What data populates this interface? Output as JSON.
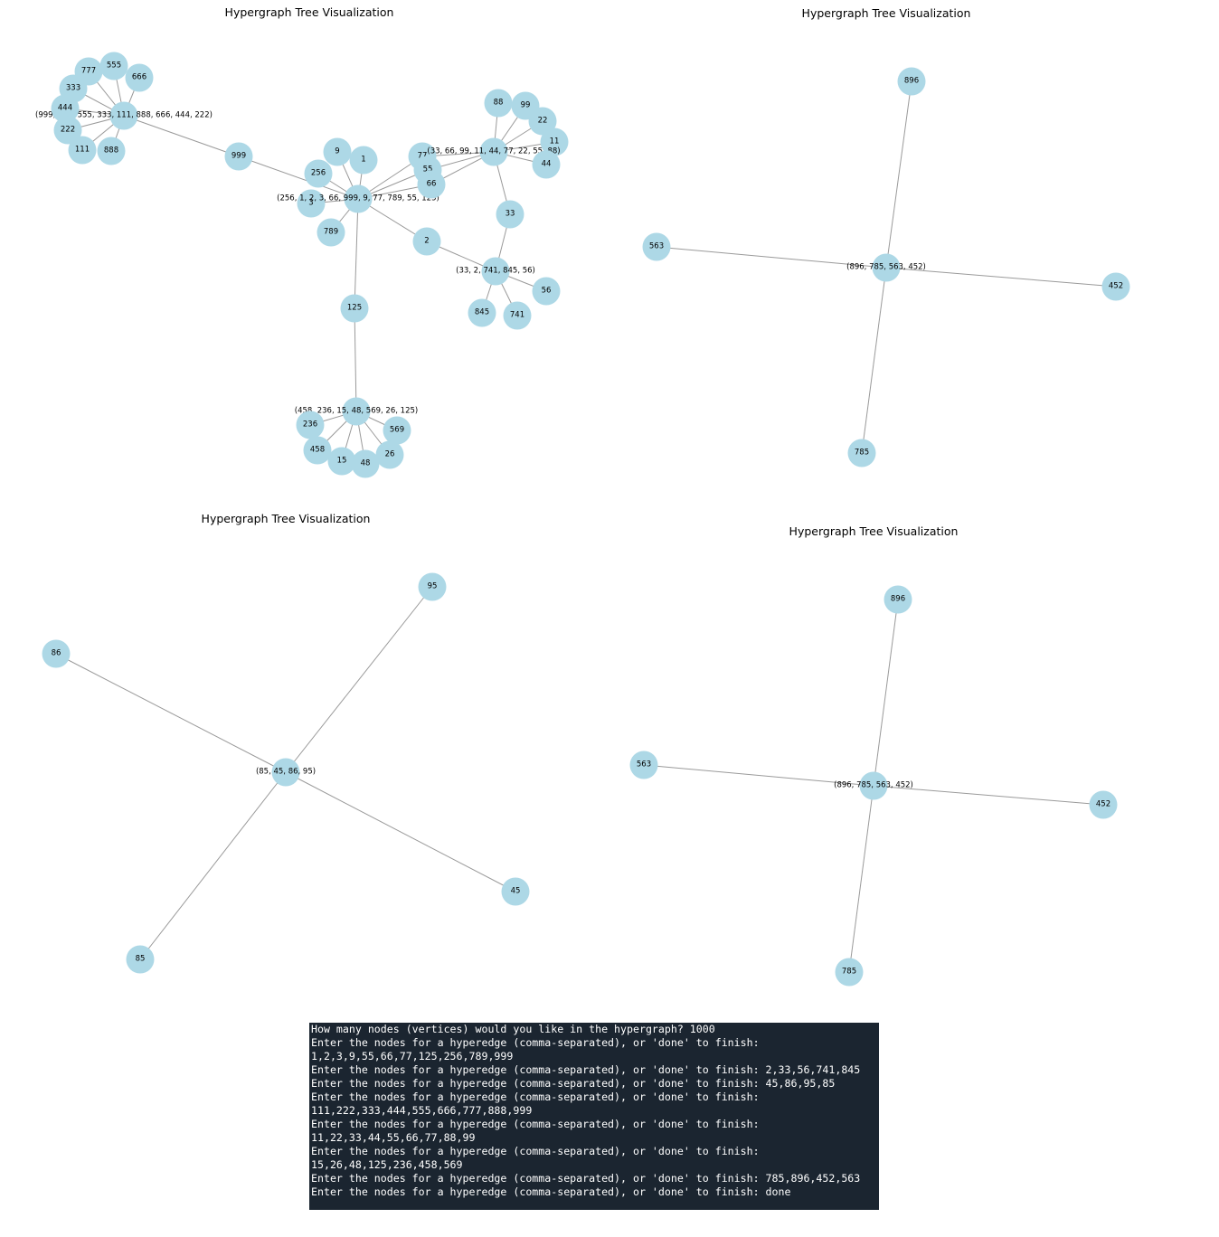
{
  "panels": [
    {
      "title": "Hypergraph Tree Visualization",
      "nodes": [
        "(999, 777, 555, 333, 111, 888, 666, 444, 222)",
        "777",
        "555",
        "666",
        "333",
        "444",
        "222",
        "111",
        "888",
        "999",
        "9",
        "1",
        "256",
        "3",
        "(256, 1, 2, 3, 66, 999, 9, 77, 789, 55, 125)",
        "789",
        "77",
        "55",
        "66",
        "88",
        "99",
        "22",
        "11",
        "(33, 66, 99, 11, 44, 77, 22, 55, 88)",
        "44",
        "33",
        "2",
        "(33, 2, 741, 845, 56)",
        "56",
        "845",
        "741",
        "125",
        "(458, 236, 15, 48, 569, 26, 125)",
        "236",
        "569",
        "458",
        "26",
        "15",
        "48"
      ],
      "edges": [
        [
          0,
          1
        ],
        [
          0,
          2
        ],
        [
          0,
          3
        ],
        [
          0,
          4
        ],
        [
          0,
          5
        ],
        [
          0,
          6
        ],
        [
          0,
          7
        ],
        [
          0,
          8
        ],
        [
          0,
          9
        ],
        [
          9,
          14
        ],
        [
          10,
          14
        ],
        [
          11,
          14
        ],
        [
          12,
          14
        ],
        [
          13,
          14
        ],
        [
          14,
          15
        ],
        [
          14,
          16
        ],
        [
          14,
          17
        ],
        [
          14,
          18
        ],
        [
          14,
          26
        ],
        [
          14,
          31
        ],
        [
          23,
          19
        ],
        [
          23,
          20
        ],
        [
          23,
          21
        ],
        [
          23,
          22
        ],
        [
          23,
          24
        ],
        [
          23,
          16
        ],
        [
          23,
          17
        ],
        [
          23,
          18
        ],
        [
          23,
          25
        ],
        [
          27,
          25
        ],
        [
          27,
          26
        ],
        [
          27,
          28
        ],
        [
          27,
          29
        ],
        [
          27,
          30
        ],
        [
          32,
          31
        ],
        [
          32,
          33
        ],
        [
          32,
          34
        ],
        [
          32,
          35
        ],
        [
          32,
          36
        ],
        [
          32,
          37
        ],
        [
          32,
          38
        ]
      ]
    },
    {
      "title": "Hypergraph Tree Visualization",
      "nodes": [
        "896",
        "563",
        "(896, 785, 563, 452)",
        "452",
        "785"
      ],
      "edges": [
        [
          2,
          0
        ],
        [
          2,
          1
        ],
        [
          2,
          3
        ],
        [
          2,
          4
        ]
      ]
    },
    {
      "title": "Hypergraph Tree Visualization",
      "nodes": [
        "95",
        "86",
        "(85, 45, 86, 95)",
        "45",
        "85"
      ],
      "edges": [
        [
          2,
          0
        ],
        [
          2,
          1
        ],
        [
          2,
          3
        ],
        [
          2,
          4
        ]
      ]
    },
    {
      "title": "Hypergraph Tree Visualization",
      "nodes": [
        "896",
        "563",
        "(896, 785, 563, 452)",
        "452",
        "785"
      ],
      "edges": [
        [
          2,
          0
        ],
        [
          2,
          1
        ],
        [
          2,
          3
        ],
        [
          2,
          4
        ]
      ]
    }
  ],
  "colors": {
    "node_fill": "#add8e6",
    "edge": "#9a9a9a",
    "terminal_bg": "#1b2530",
    "terminal_text": "#ffffff"
  },
  "terminal": {
    "lines": [
      "How many nodes (vertices) would you like in the hypergraph? 1000",
      "Enter the nodes for a hyperedge (comma-separated), or 'done' to finish:",
      "1,2,3,9,55,66,77,125,256,789,999",
      "Enter the nodes for a hyperedge (comma-separated), or 'done' to finish: 2,33,56,741,845",
      "Enter the nodes for a hyperedge (comma-separated), or 'done' to finish: 45,86,95,85",
      "Enter the nodes for a hyperedge (comma-separated), or 'done' to finish:",
      "111,222,333,444,555,666,777,888,999",
      "Enter the nodes for a hyperedge (comma-separated), or 'done' to finish:",
      "11,22,33,44,55,66,77,88,99",
      "Enter the nodes for a hyperedge (comma-separated), or 'done' to finish:",
      "15,26,48,125,236,458,569",
      "Enter the nodes for a hyperedge (comma-separated), or 'done' to finish: 785,896,452,563",
      "Enter the nodes for a hyperedge (comma-separated), or 'done' to finish: done"
    ]
  }
}
